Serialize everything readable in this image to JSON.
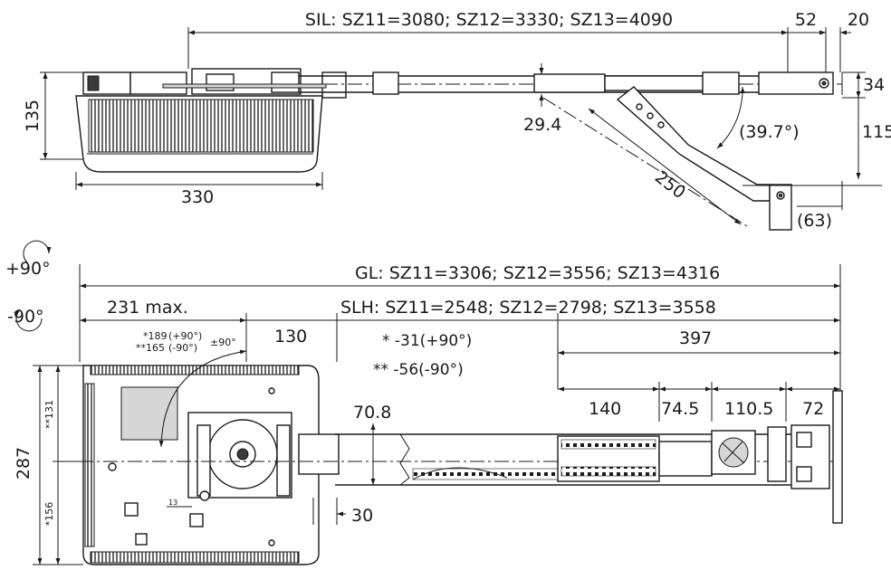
{
  "top_view": {
    "sil": "SIL: SZ11=3080; SZ12=3330; SZ13=4090",
    "d52": "52",
    "d20": "20",
    "d34": "34",
    "d135": "135",
    "d115": "115",
    "d29": "29.4",
    "angle": "(39.7°)",
    "d330": "330",
    "d250": "250",
    "d63": "(63)"
  },
  "bottom_view": {
    "rot_plus": "+90°",
    "rot_minus": "-90°",
    "gl": "GL: SZ11=3306; SZ12=3556; SZ13=4316",
    "slh": "SLH: SZ11=2548; SZ12=2798; SZ13=3558",
    "d231": "231 max.",
    "d130": "130",
    "note1_a": "*189",
    "note1_b": "(+90°)",
    "note2_a": "**165",
    "note2_b": "(-90°)",
    "pm90": "±90°",
    "star1": "* -31(+90°)",
    "star2": "** -56(-90°)",
    "d397": "397",
    "d140": "140",
    "d745": "74.5",
    "d1105": "110.5",
    "d72": "72",
    "d708": "70.8",
    "d287": "287",
    "d131": "**131",
    "d156": "*156",
    "d30": "30",
    "d13": "13"
  }
}
